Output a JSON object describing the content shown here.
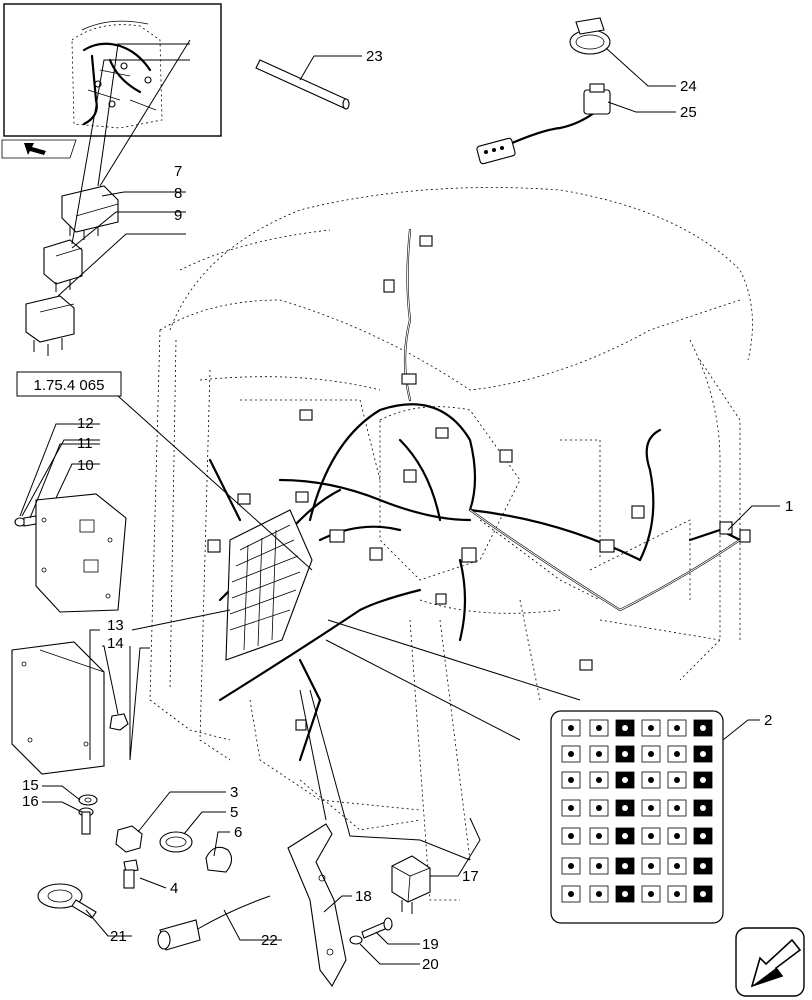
{
  "reference_box": {
    "text": "1.75.4 065"
  },
  "callouts": [
    {
      "id": "1",
      "label": "1"
    },
    {
      "id": "2",
      "label": "2"
    },
    {
      "id": "3",
      "label": "3"
    },
    {
      "id": "4",
      "label": "4"
    },
    {
      "id": "5",
      "label": "5"
    },
    {
      "id": "6",
      "label": "6"
    },
    {
      "id": "7",
      "label": "7"
    },
    {
      "id": "8",
      "label": "8"
    },
    {
      "id": "9",
      "label": "9"
    },
    {
      "id": "10",
      "label": "10"
    },
    {
      "id": "11",
      "label": "11"
    },
    {
      "id": "12",
      "label": "12"
    },
    {
      "id": "13",
      "label": "13"
    },
    {
      "id": "14",
      "label": "14"
    },
    {
      "id": "15",
      "label": "15"
    },
    {
      "id": "16",
      "label": "16"
    },
    {
      "id": "17",
      "label": "17"
    },
    {
      "id": "18",
      "label": "18"
    },
    {
      "id": "19",
      "label": "19"
    },
    {
      "id": "20",
      "label": "20"
    },
    {
      "id": "21",
      "label": "21"
    },
    {
      "id": "22",
      "label": "22"
    },
    {
      "id": "23",
      "label": "23"
    },
    {
      "id": "24",
      "label": "24"
    },
    {
      "id": "25",
      "label": "25"
    }
  ],
  "icons": {
    "thumbnail": "cab-thumbnail-icon",
    "orientation_arrow": "orientation-arrow-icon",
    "next_page_arrow": "next-page-arrow-icon",
    "symbol_sheet": "symbol-label-sheet-icon"
  }
}
